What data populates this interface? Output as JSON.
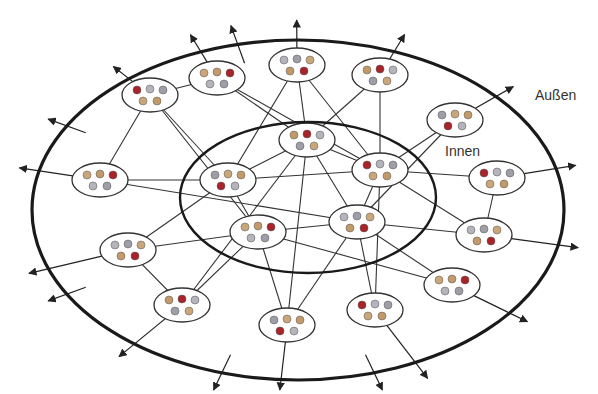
{
  "diagram": {
    "nodes": [
      {
        "text": [
          "Außen"
        ]
      },
      {
        "text": [
          "Innen"
        ],
        "in": 0
      }
    ]
  }
}
